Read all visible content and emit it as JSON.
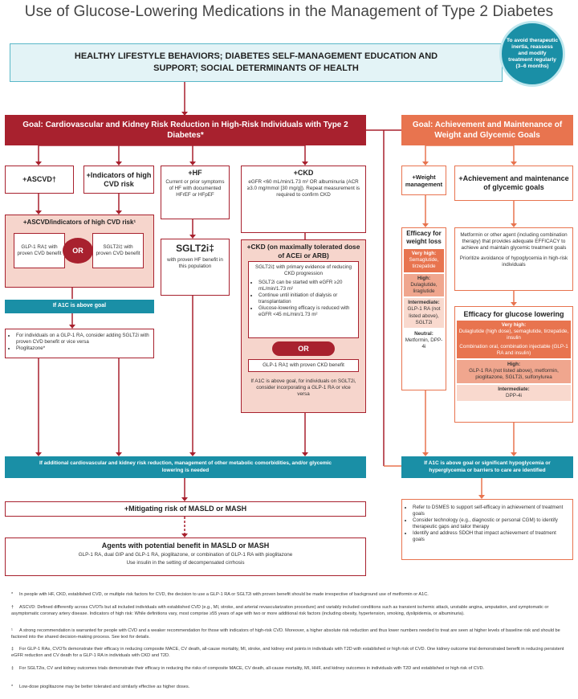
{
  "title": "Use of Glucose-Lowering Medications in the Management of Type 2 Diabetes",
  "lifestyle": "HEALTHY LIFESTYLE BEHAVIORS; DIABETES SELF-MANAGEMENT EDUCATION AND SUPPORT; SOCIAL DETERMINANTS OF HEALTH",
  "reassess": "To avoid therapeutic inertia, reassess and modify treatment regularly (3–6 months)",
  "goal_left": "Goal: Cardiovascular and Kidney Risk Reduction in High-Risk Individuals with Type 2 Diabetes*",
  "goal_right": "Goal: Achievement and Maintenance of Weight and Glycemic Goals",
  "ascvd": "+ASCVD†",
  "indicators": "+Indicators of high CVD risk",
  "hf_title": "+HF",
  "hf_text": "Current or prior symptoms of HF with documented HFrEF or HFpEF",
  "ckd_title": "+CKD",
  "ckd_text": "eGFR <60 mL/min/1.73 m² OR albuminuria (ACR ≥3.0 mg/mmol [30 mg/g]). Repeat measurement is required to confirm CKD",
  "ascvd_risk_title": "+ASCVD/indicators of high CVD risk¹",
  "glp1_cvd": "GLP-1 RA‡ with proven CVD benefit",
  "or": "OR",
  "sglt2_cvd": "SGLT2i‡ with proven CVD benefit",
  "sglt2_title": "SGLT2i‡",
  "sglt2_hf": "with proven HF benefit in this population",
  "ckd_max_title": "+CKD (on maximally tolerated dose of ACEi or ARB)",
  "ckd_sglt2_lead": "SGLT2i‡ with primary evidence of reducing CKD progression",
  "ckd_points": [
    "SGLT2i can be started with eGFR ≥20 mL/min/1.73 m²",
    "Continue until initiation of dialysis or transplantation",
    "Glucose-lowering efficacy is reduced with eGFR <45 mL/min/1.73 m²"
  ],
  "ckd_or": "OR",
  "ckd_glp1": "GLP-1 RA‡ with proven CKD benefit",
  "ckd_a1c": "If A1C is above goal, for individuals on SGLT2i, consider incorporating a GLP-1 RA or vice versa",
  "a1c_goal_bar": "If A1C is above goal",
  "a1c_points": [
    "For individuals on a GLP-1 RA, consider adding SGLT2i with proven CVD benefit or vice versa",
    "Pioglitazone*"
  ],
  "weight_title": "+Weight management",
  "glycemic_title": "+Achievement and maintenance of glycemic goals",
  "efficacy_weight_title": "Efficacy for weight loss",
  "ew_veryhigh_label": "Very high:",
  "ew_veryhigh": "Semaglutide, tirzepatide",
  "ew_high_label": "High:",
  "ew_high": "Dulaglutide, liraglutide",
  "ew_intermediate_label": "Intermediate:",
  "ew_intermediate": "GLP-1 RA (not listed above), SGLT2i",
  "ew_neutral_label": "Neutral:",
  "ew_neutral": "Metformin, DPP-4i",
  "glycemic_text1": "Metformin or other agent (including combination therapy) that provides adequate EFFICACY to achieve and maintain glycemic treatment goals",
  "glycemic_text2": "Prioritize avoidance of hypoglycemia in high-risk individuals",
  "efficacy_glucose_title": "Efficacy for glucose lowering",
  "eg_veryhigh_label": "Very high:",
  "eg_veryhigh": "Dulaglutide (high dose), semaglutide, tirzepatide, insulin",
  "eg_veryhigh2": "Combination oral, combination injectable (GLP-1 RA and insulin)",
  "eg_high_label": "High:",
  "eg_high": "GLP-1 RA (not listed above), metformin, pioglitazone, SGLT2i, sulfonylurea",
  "eg_intermediate_label": "Intermediate:",
  "eg_intermediate": "DPP-4i",
  "additional_bar": "If additional cardiovascular and kidney risk reduction, management of other metabolic comorbidities, and/or glycemic lowering is needed",
  "right_a1c_bar": "If A1C is above goal or significant hypoglycemia or hyperglycemia or barriers to care are identified",
  "masld_title": "+Mitigating risk of MASLD or MASH",
  "agents_title": "Agents with potential benefit in MASLD or MASH",
  "agents_text1": "GLP-1 RA, dual GIP and GLP-1 RA, pioglitazone, or combination of GLP-1 RA with pioglitazone",
  "agents_text2": "Use insulin in the setting of decompensated cirrhosis",
  "right_points": [
    "Refer to DSMES to support self-efficacy in achievement of treatment goals",
    "Consider technology (e.g., diagnostic or personal CGM) to identify therapeutic gaps and tailor therapy",
    "Identify and address SDOH that impact achievement of treatment goals"
  ],
  "footnotes": [
    {
      "mark": "*",
      "text": "In people with HF, CKD, established CVD, or multiple risk factors for CVD, the decision to use a GLP-1 RA or SGLT2i with proven benefit should be made irrespective of background use of metformin or A1C."
    },
    {
      "mark": "†",
      "text": "ASCVD: Defined differently across CVOTs but all included individuals with established CVD (e.g., MI, stroke, and arterial revascularization procedure) and variably included conditions such as transient ischemic attack, unstable angina, amputation, and symptomatic or asymptomatic coronary artery disease. Indicators of high risk: While definitions vary, most comprise ≥55 years of age with two or more additional risk factors (including obesity, hypertension, smoking, dyslipidemia, or albuminuria)."
    },
    {
      "mark": "¹",
      "text": "A strong recommendation is warranted for people with CVD and a weaker recommendation for those with indicators of high-risk CVD. Moreover, a higher absolute risk reduction and thus lower numbers needed to treat are seen at higher levels of baseline risk and should be factored into the shared decision-making process. See text for details."
    },
    {
      "mark": "‡",
      "text": "For GLP-1 RAs, CVOTs demonstrate their efficacy in reducing composite MACE, CV death, all-cause mortality, MI, stroke, and kidney end points in individuals with T2D with established or high risk of CVD. One kidney outcome trial demonstrated benefit in reducing persistent eGFR reduction and CV death for a GLP-1 RA in individuals with CKD and T2D."
    },
    {
      "mark": "‡",
      "text": "For SGLT2is, CV and kidney outcomes trials demonstrate their efficacy in reducing the risks of composite MACE, CV death, all-cause mortality, MI, HHF, and kidney outcomes in individuals with T2D and established or high risk of CVD."
    },
    {
      "mark": "*",
      "text": "Low-dose pioglitazone may be better tolerated and similarly effective as higher doses."
    }
  ],
  "colors": {
    "red": "#a8212e",
    "orange": "#e8744f",
    "teal": "#1a8fa6",
    "pink": "#f6d5cc"
  }
}
